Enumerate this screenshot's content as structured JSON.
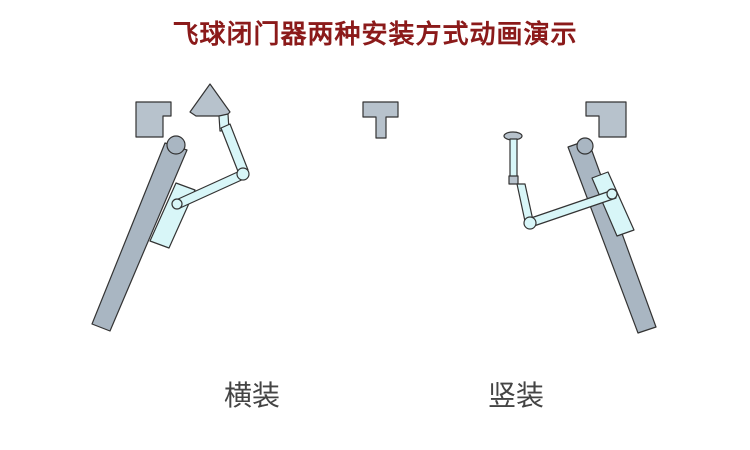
{
  "title": "飞球闭门器两种安装方式动画演示",
  "captions": {
    "horizontal": "横装",
    "vertical": "竖装"
  },
  "colors": {
    "title": "#8b1a1a",
    "caption": "#444444",
    "frame_fill": "#b7c2cc",
    "door_fill": "#a9b6c2",
    "closer_fill": "#d8f6f8",
    "stroke": "#333333"
  }
}
